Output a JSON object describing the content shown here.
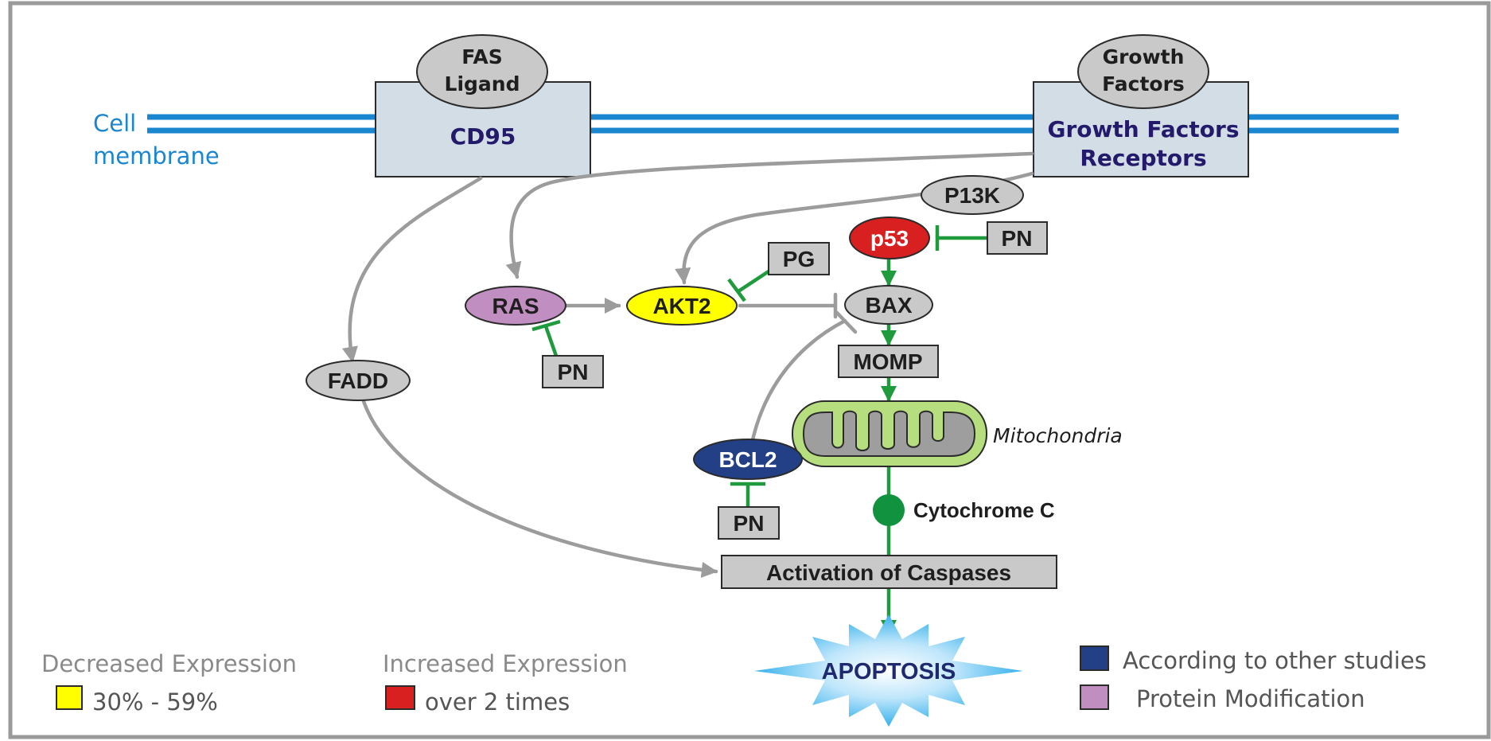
{
  "membrane": {
    "label_line1": "Cell",
    "label_line2": "membrane",
    "color": "#1a86d0"
  },
  "receptors": {
    "cd95": {
      "ligand_line1": "FAS",
      "ligand_line2": "Ligand",
      "label": "CD95"
    },
    "growth": {
      "ligand_line1": "Growth",
      "ligand_line2": "Factors",
      "label_line1": "Growth Factors",
      "label_line2": "Receptors"
    }
  },
  "nodes": {
    "p13k": "P13K",
    "p53": "p53",
    "ras": "RAS",
    "akt2": "AKT2",
    "bax": "BAX",
    "fadd": "FADD",
    "bcl2": "BCL2",
    "cytochrome": "Cytochrome C"
  },
  "boxes": {
    "pn_p53": "PN",
    "pg": "PG",
    "pn_ras": "PN",
    "momp": "MOMP",
    "pn_bcl2": "PN",
    "caspases": "Activation of Caspases"
  },
  "mitochondria_label": "Mitochondria",
  "apoptosis_label": "APOPTOSIS",
  "legend": {
    "decreased_heading": "Decreased Expression",
    "decreased_range": "30% - 59%",
    "increased_heading": "Increased Expression",
    "increased_range": "over 2 times",
    "other_studies": "According to other studies",
    "protein_mod": "Protein Modification"
  },
  "colors": {
    "decreased": "#ffff00",
    "increased": "#d7201f",
    "other_studies": "#233f86",
    "protein_mod": "#c08ec0",
    "inhibit": "#1f9a3c",
    "arrow": "#9c9c9c",
    "mitochondria": "#b6dd7e",
    "cytochrome": "#11923f"
  }
}
